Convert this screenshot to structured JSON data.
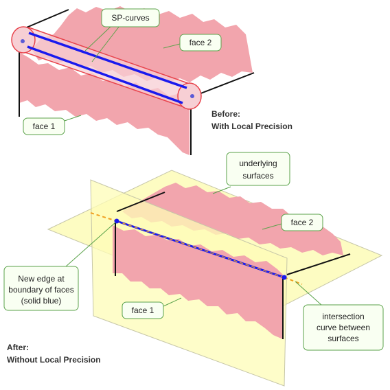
{
  "callouts": {
    "sp_curves": "SP-curves",
    "face2_top": "face 2",
    "face1_top": "face 1",
    "underlying_line1": "underlying",
    "underlying_line2": "surfaces",
    "face2_bottom": "face 2",
    "new_edge_line1": "New edge at",
    "new_edge_line2": "boundary of faces",
    "new_edge_line3": "(solid blue)",
    "face1_bottom": "face 1",
    "intersection_line1": "intersection",
    "intersection_line2": "curve between",
    "intersection_line3": "surfaces"
  },
  "captions": {
    "before_line1": "Before:",
    "before_line2": "With Local Precision",
    "after_line1": "After:",
    "after_line2": "Without Local Precision"
  },
  "colors": {
    "face_fill": "#f2a5ad",
    "plane_fill": "#fdfcb7",
    "plane_stroke": "#c6c6a8",
    "tube_stroke": "#e8434c",
    "tube_fill": "#f7cfd4",
    "edge_blue": "#1a1aee",
    "dash_orange": "#f0a020",
    "callout_fill": "#f9fff2",
    "callout_stroke": "#5aa24a"
  }
}
